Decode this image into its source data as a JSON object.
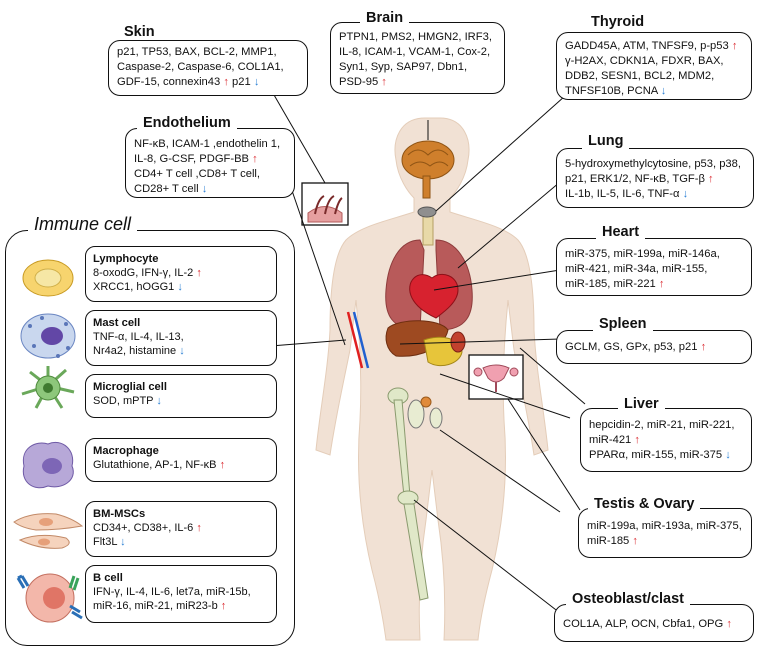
{
  "up_arrow": "↑",
  "down_arrow": "↓",
  "colors": {
    "up": "#d9262c",
    "down": "#2a7fd4",
    "body": "#f1e1d4"
  },
  "skin": {
    "title": "Skin",
    "line1": "p21, TP53, BAX, BCL-2, MMP1,",
    "line2": "Caspase-2, Caspase-6, COL1A1,",
    "line3a": "GDF-15, connexin43",
    "line3b": "p21"
  },
  "brain": {
    "title": "Brain",
    "line1": "PTPN1, PMS2, HMGN2, IRF3,",
    "line2": "IL-8, ICAM-1, VCAM-1, Cox-2,",
    "line3": "Syn1, Syp, SAP97, Dbn1,",
    "line4": "PSD-95"
  },
  "thyroid": {
    "title": "Thyroid",
    "line1": "GADD45A, ATM, TNFSF9, p-p53",
    "line2": "γ-H2AX, CDKN1A, FDXR, BAX,",
    "line3": "DDB2, SESN1, BCL2, MDM2,",
    "line4": "TNFSF10B, PCNA"
  },
  "endothelium": {
    "title": "Endothelium",
    "line1": "NF-κB, ICAM-1 ,endothelin 1,",
    "line2": "IL-8, G-CSF, PDGF-BB",
    "line3": "CD4+ T cell ,CD8+ T cell,",
    "line4": "CD28+ T cell"
  },
  "lung": {
    "title": "Lung",
    "line1": "5-hydroxymethylcytosine, p53, p38,",
    "line2": "p21, ERK1/2, NF-κB, TGF-β",
    "line3": "IL-1b, IL-5, IL-6, TNF-α"
  },
  "heart": {
    "title": "Heart",
    "line1": "miR-375, miR-199a, miR-146a,",
    "line2": "miR-421, miR-34a, miR-155,",
    "line3": "miR-185, miR-221"
  },
  "spleen": {
    "title": "Spleen",
    "line1": "GCLM, GS, GPx, p53, p21"
  },
  "liver": {
    "title": "Liver",
    "line1": "hepcidin-2, miR-21, miR-221,",
    "line2": "miR-421",
    "line3": "PPARα, miR-155, miR-375"
  },
  "testis": {
    "title": "Testis & Ovary",
    "line1": "miR-199a, miR-193a, miR-375,",
    "line2": "miR-185"
  },
  "osteo": {
    "title": "Osteoblast/clast",
    "line1": "COL1A, ALP, OCN, Cbfa1, OPG"
  },
  "immune": {
    "title": "Immune cell",
    "lymphocyte": {
      "name": "Lymphocyte",
      "line1": "8-oxodG, IFN-γ, IL-2",
      "line2": "XRCC1, hOGG1"
    },
    "mast": {
      "name": "Mast cell",
      "line1": "TNF-α, IL-4, IL-13,",
      "line2": "Nr4a2, histamine"
    },
    "microglial": {
      "name": "Microglial cell",
      "line1": "SOD, mPTP"
    },
    "macrophage": {
      "name": "Macrophage",
      "line1": "Glutathione, AP-1, NF-κB"
    },
    "bmmsc": {
      "name": "BM-MSCs",
      "line1": "CD34+, CD38+, IL-6",
      "line2": "Flt3L"
    },
    "bcell": {
      "name": "B cell",
      "line1": "IFN-γ, IL-4, IL-6, let7a, miR-15b,",
      "line2": "miR-16, miR-21, miR23-b"
    }
  }
}
